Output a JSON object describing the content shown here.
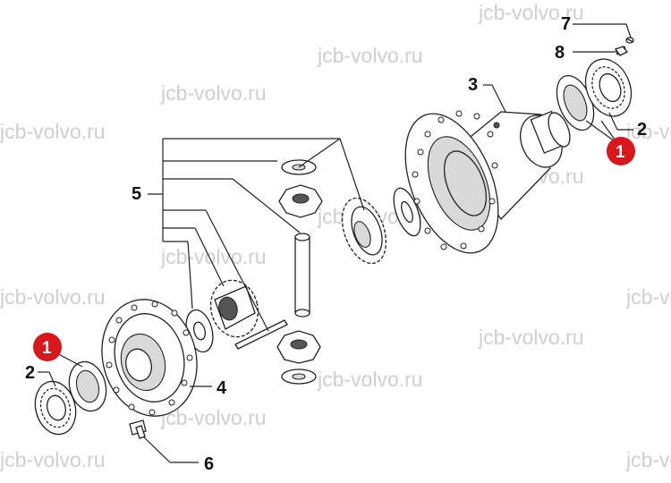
{
  "diagram": {
    "watermark_text": "jcb-volvo.ru",
    "callouts": {
      "c1_top": "1",
      "c1_bottom": "1",
      "c2_top": "2",
      "c2_bottom": "2",
      "c3": "3",
      "c4": "4",
      "c5": "5",
      "c6": "6",
      "c7": "7",
      "c8": "8"
    },
    "colors": {
      "highlight_badge": "#d9161c",
      "line_art": "#222222",
      "watermark": "#cfcfcf"
    }
  }
}
